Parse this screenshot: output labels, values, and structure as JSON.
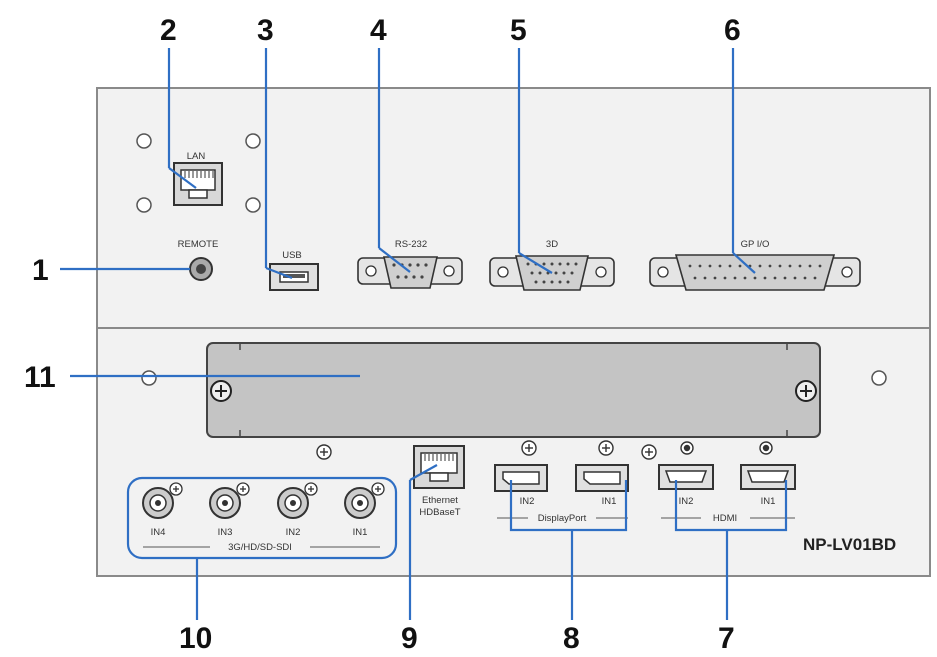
{
  "model": "NP-LV01BD",
  "callouts": [
    "1",
    "2",
    "3",
    "4",
    "5",
    "6",
    "7",
    "8",
    "9",
    "10",
    "11"
  ],
  "labels": {
    "lan": "LAN",
    "remote": "REMOTE",
    "usb": "USB",
    "rs232": "RS-232",
    "port_3d": "3D",
    "gpio": "GP I/O",
    "ethernet_line1": "Ethernet",
    "ethernet_line2": "HDBaseT",
    "displayport": "DisplayPort",
    "hdmi": "HDMI",
    "sdi": "3G/HD/SD-SDI",
    "sdi_inputs": [
      "IN4",
      "IN3",
      "IN2",
      "IN1"
    ],
    "dp_inputs": [
      "IN2",
      "IN1"
    ],
    "hdmi_inputs": [
      "IN2",
      "IN1"
    ]
  },
  "colors": {
    "panel": "#f2f2f2",
    "panel_border": "#8a8a8a",
    "callout_line": "#2f6fc4",
    "slot_cover": "#c4c4c4",
    "connector": "#d6d6d6"
  }
}
